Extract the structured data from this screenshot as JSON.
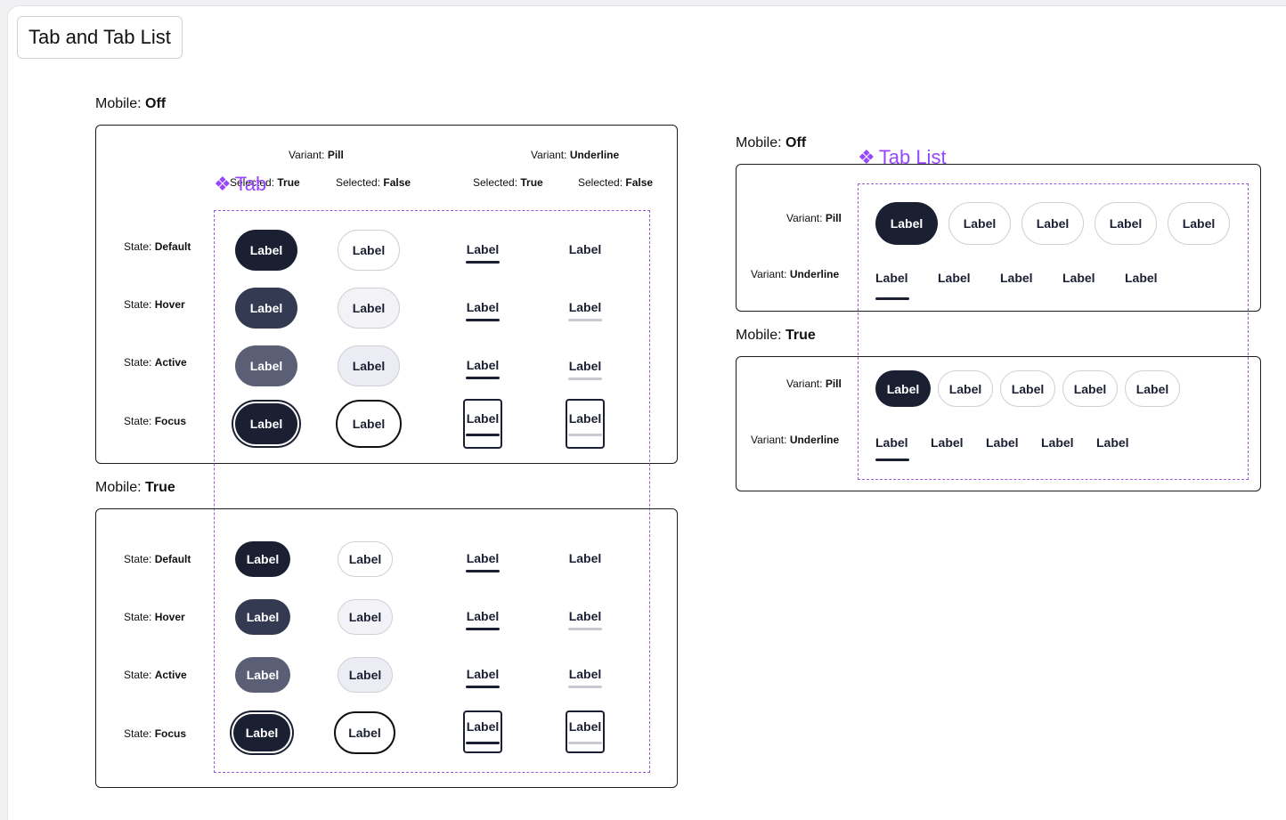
{
  "page_title": "Tab and Tab List",
  "tab_label": "Label",
  "common": {
    "mobile_prefix": "Mobile: ",
    "off": "Off",
    "true": "True",
    "variant_prefix": "Variant: ",
    "selected_prefix": "Selected: ",
    "state_prefix": "State: ",
    "pill": "Pill",
    "underline": "Underline",
    "sel_true": "True",
    "sel_false": "False"
  },
  "states": [
    "Default",
    "Hover",
    "Active",
    "Focus"
  ],
  "tab_component": {
    "name": "Tab",
    "icon": "component-diamond-icon"
  },
  "tablist_component": {
    "name": "Tab List",
    "icon": "component-diamond-icon"
  },
  "colors": {
    "selected_default": "#1b1f32",
    "selected_hover": "#343a52",
    "selected_active": "#5a5f76",
    "unselected_border": "#cfcfd6",
    "component_outline": "#9747ff"
  }
}
